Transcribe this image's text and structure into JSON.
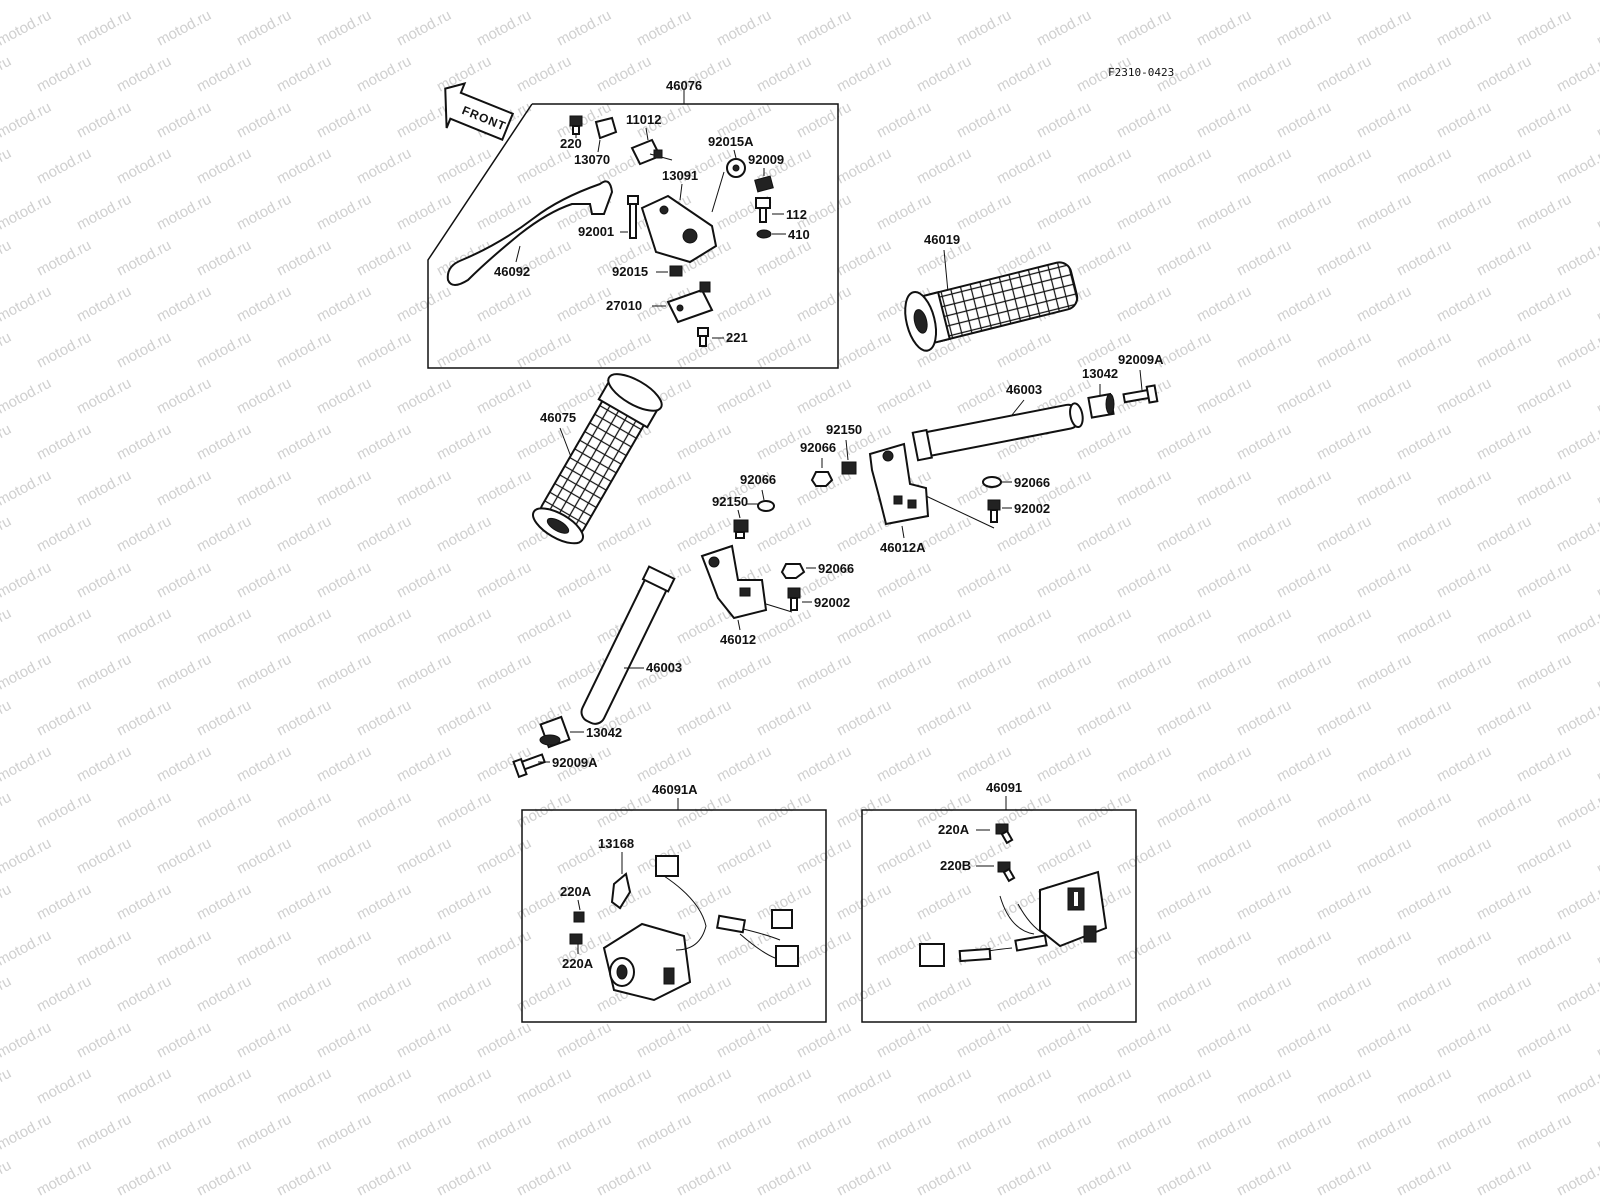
{
  "figure_code": "F2310-0423",
  "watermark_text": "motod.ru",
  "front_label": "FRONT",
  "groups": {
    "lever_assembly": "46076",
    "left_switch_box": "46091A",
    "right_switch_box": "46091"
  },
  "labels": {
    "p220_bolt": "220",
    "p13070": "13070",
    "p11012": "11012",
    "p92015A": "92015A",
    "p92009_top": "92009",
    "p13091": "13091",
    "p112": "112",
    "p410": "410",
    "p92001": "92001",
    "p46092": "46092",
    "p92015": "92015",
    "p27010": "27010",
    "p221": "221",
    "p46019": "46019",
    "p46075": "46075",
    "p46003_right": "46003",
    "p13042_right": "13042",
    "p92009A_right": "92009A",
    "p92150_right": "92150",
    "p92066_right_a": "92066",
    "p92066_right_b": "92066",
    "p92002_right": "92002",
    "p46012A": "46012A",
    "p92066_left_a": "92066",
    "p92150_left": "92150",
    "p92066_left_b": "92066",
    "p92002_left": "92002",
    "p46012": "46012",
    "p46003_left": "46003",
    "p13042_left": "13042",
    "p92009A_left": "92009A",
    "p13168": "13168",
    "p220A_l1": "220A",
    "p220A_l2": "220A",
    "p220A_r": "220A",
    "p220B_r": "220B"
  }
}
